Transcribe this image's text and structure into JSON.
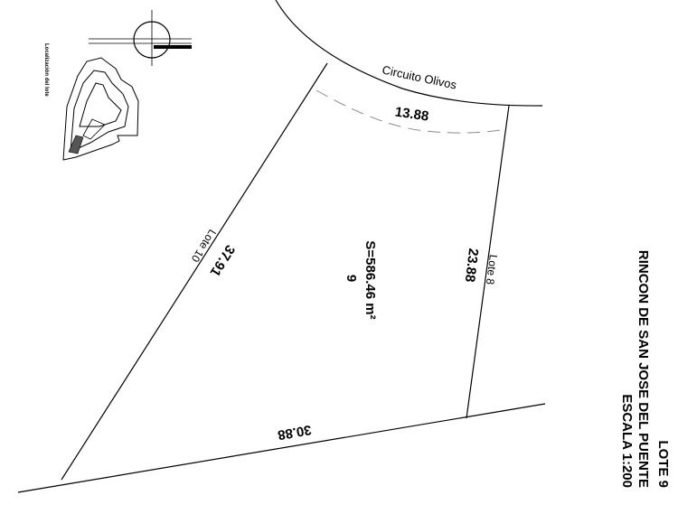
{
  "street": {
    "name": "Circuito Olivos",
    "frontage": "13.88"
  },
  "lot": {
    "area": "S=586.46 m²",
    "number": "9"
  },
  "neighbors": {
    "left": "Lote 10",
    "left_length": "37.91",
    "right": "Lote 8",
    "right_length": "23.88"
  },
  "bottom_length": "30.88",
  "location_caption": "Localización del lote",
  "title_block": {
    "line1": "LOTE 9",
    "line2": "RINCON DE SAN JOSE DEL PUENTE",
    "line3": "ESCALA 1:200"
  },
  "colors": {
    "line": "#000000",
    "dashed": "#8a8a8a",
    "hatch": "#555555"
  }
}
